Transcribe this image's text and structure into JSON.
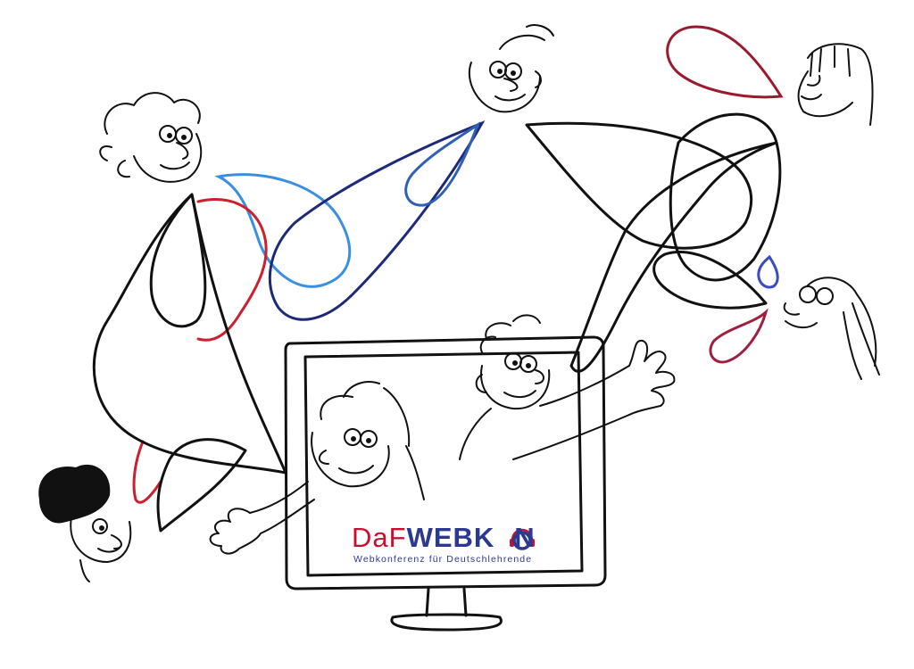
{
  "logo": {
    "part_daf": "DaF",
    "part_webk": "WEBK",
    "part_n": "N",
    "subtitle": "Webkonferenz für Deutschlehrende",
    "colors": {
      "red": "#c8102e",
      "navy": "#2b3990",
      "sub": "#2b3990",
      "headset": "#c8102e"
    }
  },
  "palette": {
    "ink": "#111111",
    "red": "#cc1f2f",
    "light_blue": "#3a8fe0",
    "navy": "#1d2a7a",
    "indigo": "#3b4cc0",
    "dark_red": "#9b1a2e"
  }
}
